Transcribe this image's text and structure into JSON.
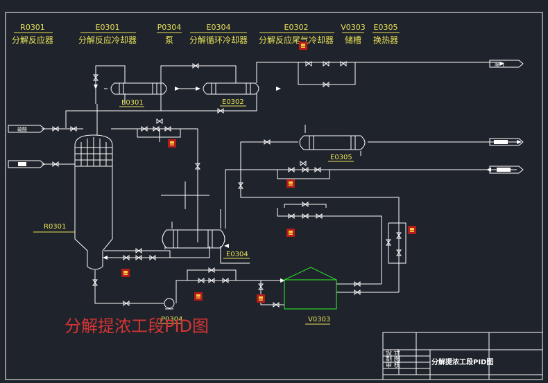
{
  "header": {
    "equipment": [
      {
        "tag": "R0301",
        "name": "分解反应器"
      },
      {
        "tag": "E0301",
        "name": "分解反应冷却器"
      },
      {
        "tag": "P0304",
        "name": "泵"
      },
      {
        "tag": "E0304",
        "name": "分解循环冷却器"
      },
      {
        "tag": "E0302",
        "name": "分解反应尾气冷却器"
      },
      {
        "tag": "V0303",
        "name": "储槽"
      },
      {
        "tag": "E0305",
        "name": "换热器"
      }
    ]
  },
  "labels": {
    "e0301": "E0301",
    "e0302": "E0302",
    "e0305": "E0305",
    "e0304": "E0304",
    "r0301": "R0301",
    "p0304": "P0304",
    "v0303": "V0303",
    "stream_in1": "硫酸",
    "stream_out_top": "废气"
  },
  "drawing_title": "分解提浓工段PID图",
  "title_block": {
    "rows": [
      "设 计",
      "制 图",
      "审 核"
    ],
    "title": "分解提浓工段PID图"
  },
  "colors": {
    "line": "#ffffff",
    "label": "#e8e25a",
    "tank": "#2bd42b",
    "instrument": "#b51b1b",
    "title": "#d83434",
    "background": "#1f232b"
  }
}
